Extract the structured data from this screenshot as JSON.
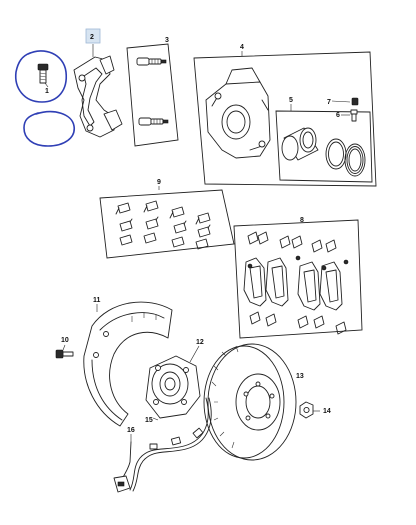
{
  "callouts": [
    "1",
    "2",
    "3",
    "4",
    "5",
    "6",
    "7",
    "8",
    "9",
    "10",
    "11",
    "12",
    "13",
    "14",
    "15",
    "16"
  ],
  "colors": {
    "line": "#222222",
    "markup": "#2f3fb5",
    "selection": "#b7cde6",
    "background": "#ffffff"
  }
}
